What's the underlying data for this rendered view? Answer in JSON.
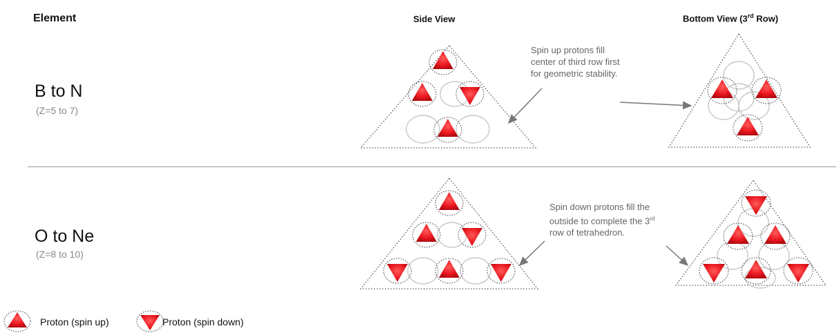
{
  "headers": {
    "element": "Element",
    "side_view": "Side View",
    "bottom_view": "Bottom View (3",
    "bottom_view_sup": "rd",
    "bottom_view_end": " Row)"
  },
  "rows": [
    {
      "name": "B to N",
      "z_range": "(Z=5 to 7)",
      "note_lines": [
        "Spin up protons fill",
        "center of third row first",
        "for geometric stability."
      ]
    },
    {
      "name": "O to Ne",
      "z_range": "(Z=8 to 10)",
      "note_lines": [
        "Spin down protons fill the",
        "outside to complete the 3",
        "row of tetrahedron."
      ],
      "note_sup": "rd"
    }
  ],
  "legend": {
    "spin_up_label": "Proton (spin up)",
    "spin_down_label": "Proton (spin down)"
  },
  "colors": {
    "proton_red": "#e8141c",
    "outline": "#555555",
    "empty_circle": "#c8c8c8",
    "arrow": "#777777"
  }
}
